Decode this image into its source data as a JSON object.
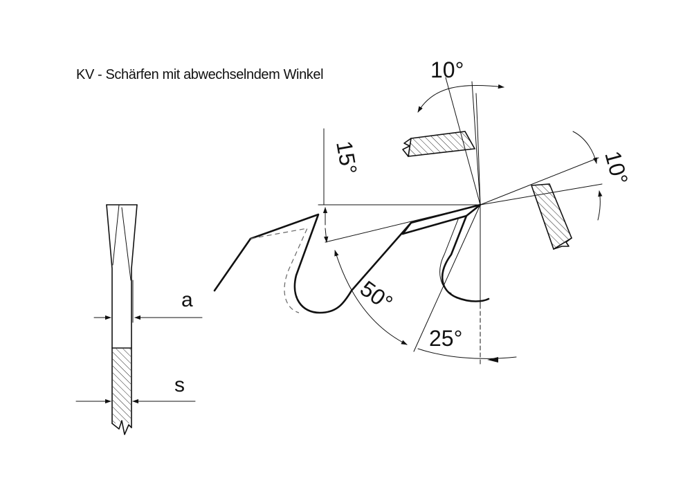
{
  "title": "KV -  Schärfen mit abwechselndem Winkel",
  "labels": {
    "a": "a",
    "s": "s",
    "angle_10_top": "10°",
    "angle_10_right": "10°",
    "angle_15": "15°",
    "angle_50": "50°",
    "angle_25": "25°"
  }
}
